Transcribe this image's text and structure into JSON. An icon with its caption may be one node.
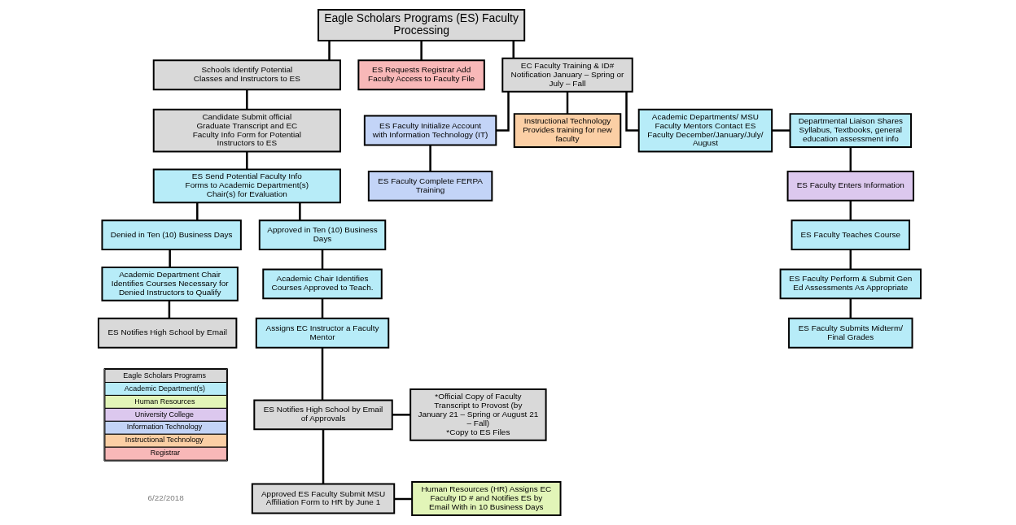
{
  "diagram": {
    "nodes": [
      {
        "text": [
          "Eagle Scholars Programs (ES) Faculty Processing"
        ]
      },
      {
        "text": [
          "Schools Identify Potential Classes and Instructors to ES"
        ]
      },
      {
        "text": [
          "Candidate Submit official Graduate Transcript and EC Faculty Info Form for Potential Instructors to ES"
        ]
      },
      {
        "text": [
          "ES Send Potential Faculty Info Forms to Academic Department(s) Chair(s) for Evaluation"
        ]
      },
      {
        "text": [
          "Denied in Ten (10) Business Days"
        ]
      },
      {
        "text": [
          "Academic Department Chair Identifies Courses Necessary for Denied Instructors to Qualify"
        ]
      },
      {
        "text": [
          "ES Notifies High School by Email"
        ]
      },
      {
        "text": [
          "Approved in Ten (10) Business Days"
        ]
      },
      {
        "text": [
          "Academic Chair Identifies Courses Approved to Teach."
        ]
      },
      {
        "text": [
          "Assigns EC Instructor a Faculty Mentor"
        ]
      },
      {
        "text": [
          "ES Notifies High School by Email of Approvals"
        ]
      },
      {
        "text": [
          "*Official Copy of Faculty Transcript to Provost (by January 21 – Spring or August 21 – Fall)",
          "*Copy to ES Files"
        ]
      },
      {
        "text": [
          "Approved ES Faculty Submit MSU Affiliation Form to HR by June 1"
        ]
      },
      {
        "text": [
          "Human Resources (HR) Assigns EC Faculty ID # and Notifies ES by Email With in 10 Business Days"
        ]
      },
      {
        "text": [
          "ES Requests Registrar Add Faculty Access to Faculty File"
        ]
      },
      {
        "text": [
          "EC Faculty Training & ID# Notification January – Spring or July – Fall"
        ]
      },
      {
        "text": [
          "ES Faculty Initialize Account with Information Technology (IT)"
        ]
      },
      {
        "text": [
          "ES Faculty Complete FERPA Training"
        ]
      },
      {
        "text": [
          "Instructional Technology Provides training for new faculty"
        ]
      },
      {
        "text": [
          "Academic Departments/ MSU Faculty Mentors Contact ES Faculty December/January/July/ August"
        ]
      },
      {
        "text": [
          "Departmental Liaison Shares Syllabus, Textbooks, general education assessment info"
        ]
      },
      {
        "text": [
          "ES Faculty Enters Information"
        ]
      },
      {
        "text": [
          "ES Faculty Teaches Course"
        ]
      },
      {
        "text": [
          "ES Faculty Perform & Submit Gen Ed Assessments As Appropriate"
        ]
      },
      {
        "text": [
          "ES Faculty Submits Midterm/ Final Grades"
        ]
      }
    ],
    "edges": [
      {
        "from": 0,
        "to": 1,
        "arrow": "none"
      },
      {
        "from": 1,
        "to": 2,
        "arrow": "none"
      },
      {
        "from": 2,
        "to": 3,
        "arrow": "none"
      },
      {
        "from": 3,
        "to": 4,
        "arrow": "none"
      },
      {
        "from": 3,
        "to": 7,
        "arrow": "none"
      },
      {
        "from": 4,
        "to": 5,
        "arrow": "none"
      },
      {
        "from": 5,
        "to": 6,
        "arrow": "none"
      },
      {
        "from": 7,
        "to": 8,
        "arrow": "none"
      },
      {
        "from": 8,
        "to": 9,
        "arrow": "none"
      },
      {
        "from": 9,
        "to": 10,
        "arrow": "none"
      },
      {
        "from": 10,
        "to": 11,
        "arrow": "none"
      },
      {
        "from": 10,
        "to": 12,
        "arrow": "none"
      },
      {
        "from": 12,
        "to": 13,
        "arrow": "none"
      },
      {
        "from": 0,
        "to": 14,
        "arrow": "none"
      },
      {
        "from": 0,
        "to": 15,
        "arrow": "none"
      },
      {
        "from": 15,
        "to": 16,
        "arrow": "none"
      },
      {
        "from": 16,
        "to": 17,
        "arrow": "none"
      },
      {
        "from": 15,
        "to": 18,
        "arrow": "none"
      },
      {
        "from": 15,
        "to": 19,
        "arrow": "none"
      },
      {
        "from": 19,
        "to": 20,
        "arrow": "none"
      },
      {
        "from": 20,
        "to": 21,
        "arrow": "none"
      },
      {
        "from": 21,
        "to": 22,
        "arrow": "none"
      },
      {
        "from": 22,
        "to": 23,
        "arrow": "none"
      },
      {
        "from": 23,
        "to": 24,
        "arrow": "none"
      }
    ],
    "labels": [
      "6/22/2018"
    ],
    "legend": [
      {
        "text": "Eagle Scholars Programs",
        "color": "#d9d9d9"
      },
      {
        "text": "Academic Department(s)",
        "color": "#b7ecf8"
      },
      {
        "text": "Human Resources",
        "color": "#e2f5b8"
      },
      {
        "text": "University College",
        "color": "#dcc8ee"
      },
      {
        "text": "Information Technology",
        "color": "#c3d4f7"
      },
      {
        "text": "Instructional Technology",
        "color": "#fbcfa5"
      },
      {
        "text": "Registrar",
        "color": "#f8b8b8"
      }
    ]
  }
}
